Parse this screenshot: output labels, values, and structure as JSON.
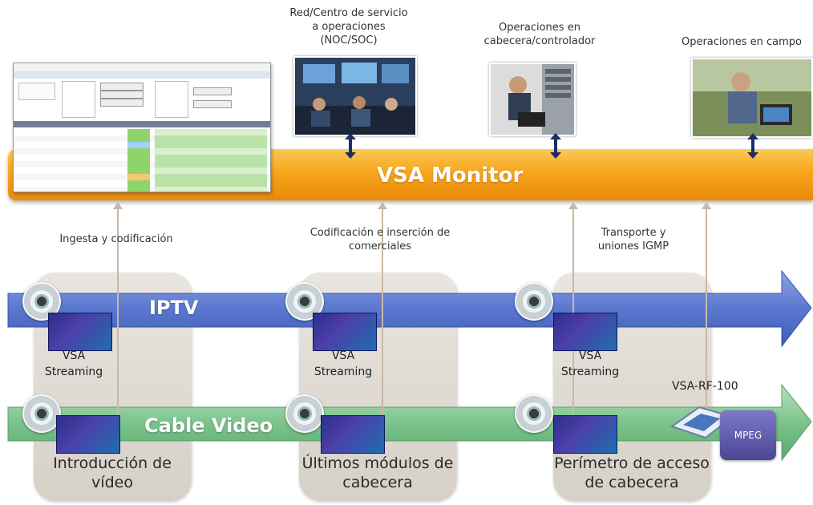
{
  "monitor": {
    "title": "VSA Monitor"
  },
  "top_captions": [
    {
      "text": "Red/Centro de servicio a operaciones (NOC/SOC)"
    },
    {
      "text": "Operaciones en cabecera/controlador"
    },
    {
      "text": "Operaciones en campo"
    }
  ],
  "mid_captions": [
    {
      "text": "Ingesta y codificación"
    },
    {
      "text": "Codificación e inserción de comerciales"
    },
    {
      "text": "Transporte y uniones IGMP"
    }
  ],
  "flows": {
    "iptv": "IPTV",
    "cable": "Cable Video"
  },
  "vsa_streaming": "VSA Streaming",
  "stages": [
    {
      "label": "Introducción de vídeo"
    },
    {
      "label": "Últimos módulos de cabecera"
    },
    {
      "label": "Perímetro de acceso de cabecera"
    }
  ],
  "rf_device": {
    "label": "VSA-RF-100",
    "box": "MPEG"
  },
  "colors": {
    "monitor": "#f7a51c",
    "iptv": "#5a78cf",
    "cable": "#79c28b",
    "arrow_dbl": "#1e2c6b"
  }
}
